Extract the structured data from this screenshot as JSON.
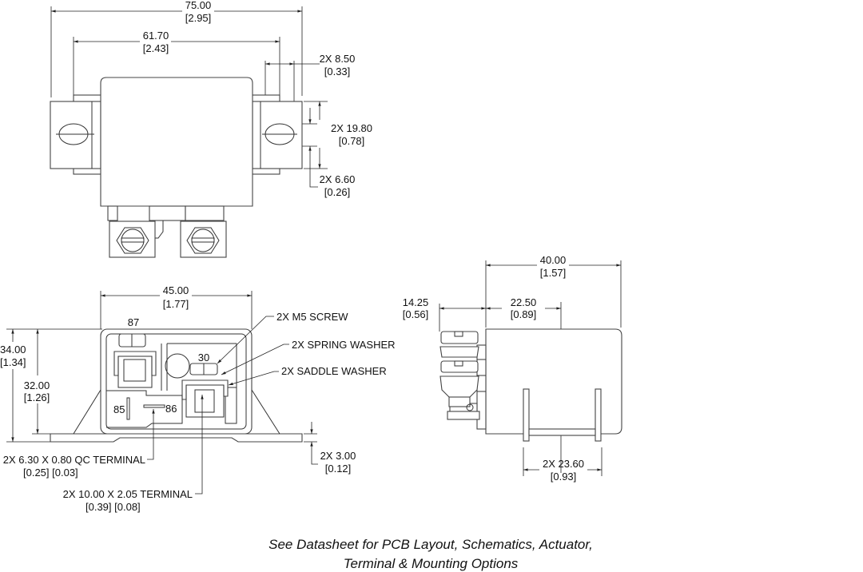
{
  "top_view": {
    "overall_width": {
      "mm": "75.00",
      "in": "[2.95]"
    },
    "hole_spacing": {
      "mm": "61.70",
      "in": "[2.43]"
    },
    "slot_width": {
      "mm": "2X 8.50",
      "in": "[0.33]"
    },
    "flange_height": {
      "mm": "2X 19.80",
      "in": "[0.78]"
    },
    "slot_height": {
      "mm": "2X 6.60",
      "in": "[0.26]"
    }
  },
  "front_view": {
    "body_width": {
      "mm": "45.00",
      "in": "[1.77]"
    },
    "overall_height": {
      "mm": "34.00",
      "in": "[1.34]"
    },
    "body_height": {
      "mm": "32.00",
      "in": "[1.26]"
    },
    "flange_thickness": {
      "mm": "2X 3.00",
      "in": "[0.12]"
    },
    "terminal_labels": {
      "t87": "87",
      "t30": "30",
      "t85": "85",
      "t86": "86"
    },
    "callouts": {
      "screw": "2X M5 SCREW",
      "spring_washer": "2X SPRING WASHER",
      "saddle_washer": "2X SADDLE WASHER",
      "qc_terminal": "2X 6.30 X 0.80 QC TERMINAL",
      "qc_terminal_in": "[0.25]   [0.03]",
      "power_terminal": "2X 10.00 X 2.05 TERMINAL",
      "power_terminal_in": "[0.39]   [0.08]"
    }
  },
  "side_view": {
    "body_depth": {
      "mm": "40.00",
      "in": "[1.57]"
    },
    "terminal_projection": {
      "mm": "14.25",
      "in": "[0.56]"
    },
    "center_offset": {
      "mm": "22.50",
      "in": "[0.89]"
    },
    "bracket_width": {
      "mm": "2X 23.60",
      "in": "[0.93]"
    }
  },
  "footer": {
    "line1": "See Datasheet for PCB Layout, Schematics, Actuator,",
    "line2": "Terminal & Mounting Options"
  }
}
